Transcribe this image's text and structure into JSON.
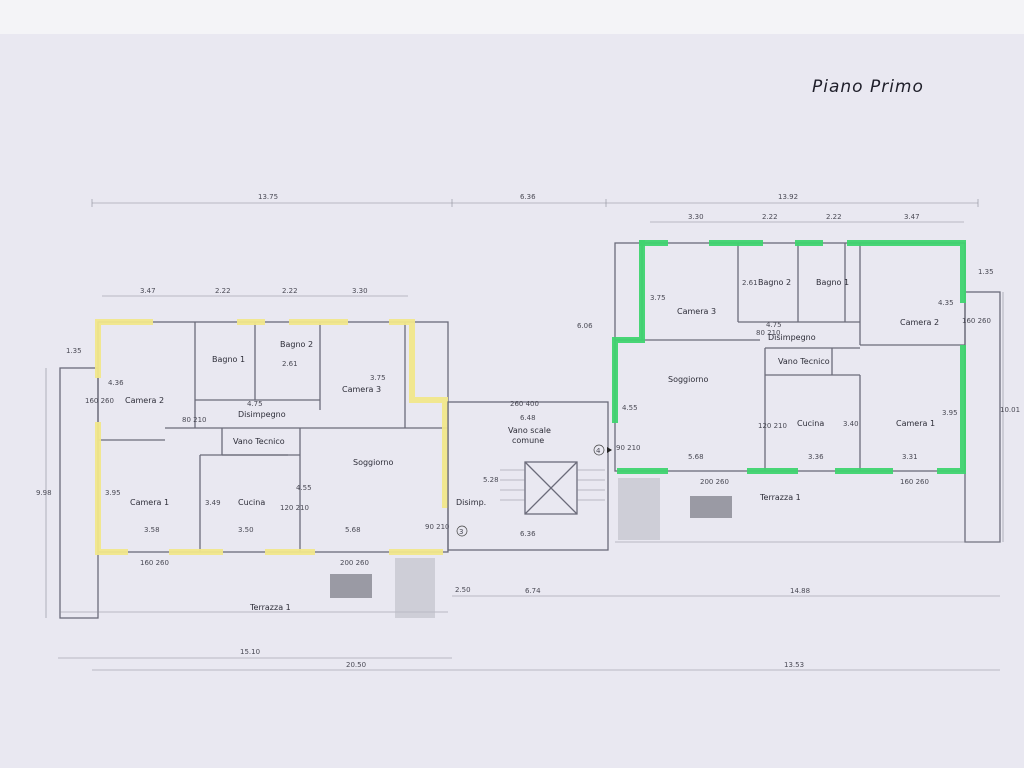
{
  "title": "Piano Primo",
  "dims_top": [
    "13.75",
    "6.36",
    "13.92"
  ],
  "dims_left_sub": [
    "3.47",
    "2.22",
    "2.22",
    "3.30"
  ],
  "dims_right_sub": [
    "3.30",
    "2.22",
    "2.22",
    "3.47"
  ],
  "dims_bottom": [
    "15.10",
    "20.50",
    "14.88",
    "13.53",
    "6.74",
    "2.50"
  ],
  "dims_vertical": [
    "9.98",
    "10.01",
    "6.06",
    "1.35",
    "1.35"
  ],
  "left_unit": {
    "rooms": {
      "camera2": "Camera 2",
      "bagno1": "Bagno 1",
      "bagno2": "Bagno 2",
      "camera3": "Camera 3",
      "disimpegno": "Disimpegno",
      "vano_tecnico": "Vano Tecnico",
      "soggiorno": "Soggiorno",
      "camera1": "Camera 1",
      "cucina": "Cucina",
      "terrazza": "Terrazza 1",
      "disimp": "Disimp."
    },
    "room_dims": [
      "4.36",
      "3.95",
      "3.58",
      "3.50",
      "5.68",
      "4.75",
      "3.75",
      "3.49",
      "4.55",
      "2.61",
      "5.28"
    ],
    "door_codes": [
      "160 260",
      "80 210",
      "120 210",
      "90 210",
      "200 260",
      "160 260"
    ]
  },
  "right_unit": {
    "rooms": {
      "camera3": "Camera 3",
      "bagno2": "Bagno 2",
      "bagno1": "Bagno 1",
      "camera2": "Camera 2",
      "disimpegno": "Disimpegno",
      "vano_tecnico": "Vano Tecnico",
      "soggiorno": "Soggiorno",
      "cucina": "Cucina",
      "camera1": "Camera 1",
      "terrazza": "Terrazza 1"
    },
    "room_dims": [
      "3.75",
      "4.75",
      "4.35",
      "4.55",
      "5.68",
      "3.36",
      "3.31",
      "3.40",
      "3.95",
      "2.61"
    ],
    "door_codes": [
      "160 260",
      "80 210",
      "120 210",
      "90 210",
      "200 260",
      "160 260"
    ]
  },
  "stair": {
    "label_line1": "Vano scale",
    "label_line2": "comune",
    "dim_top": "6.48",
    "dim_bottom": "6.36",
    "door": "260 400"
  },
  "markers": [
    "3",
    "4"
  ]
}
